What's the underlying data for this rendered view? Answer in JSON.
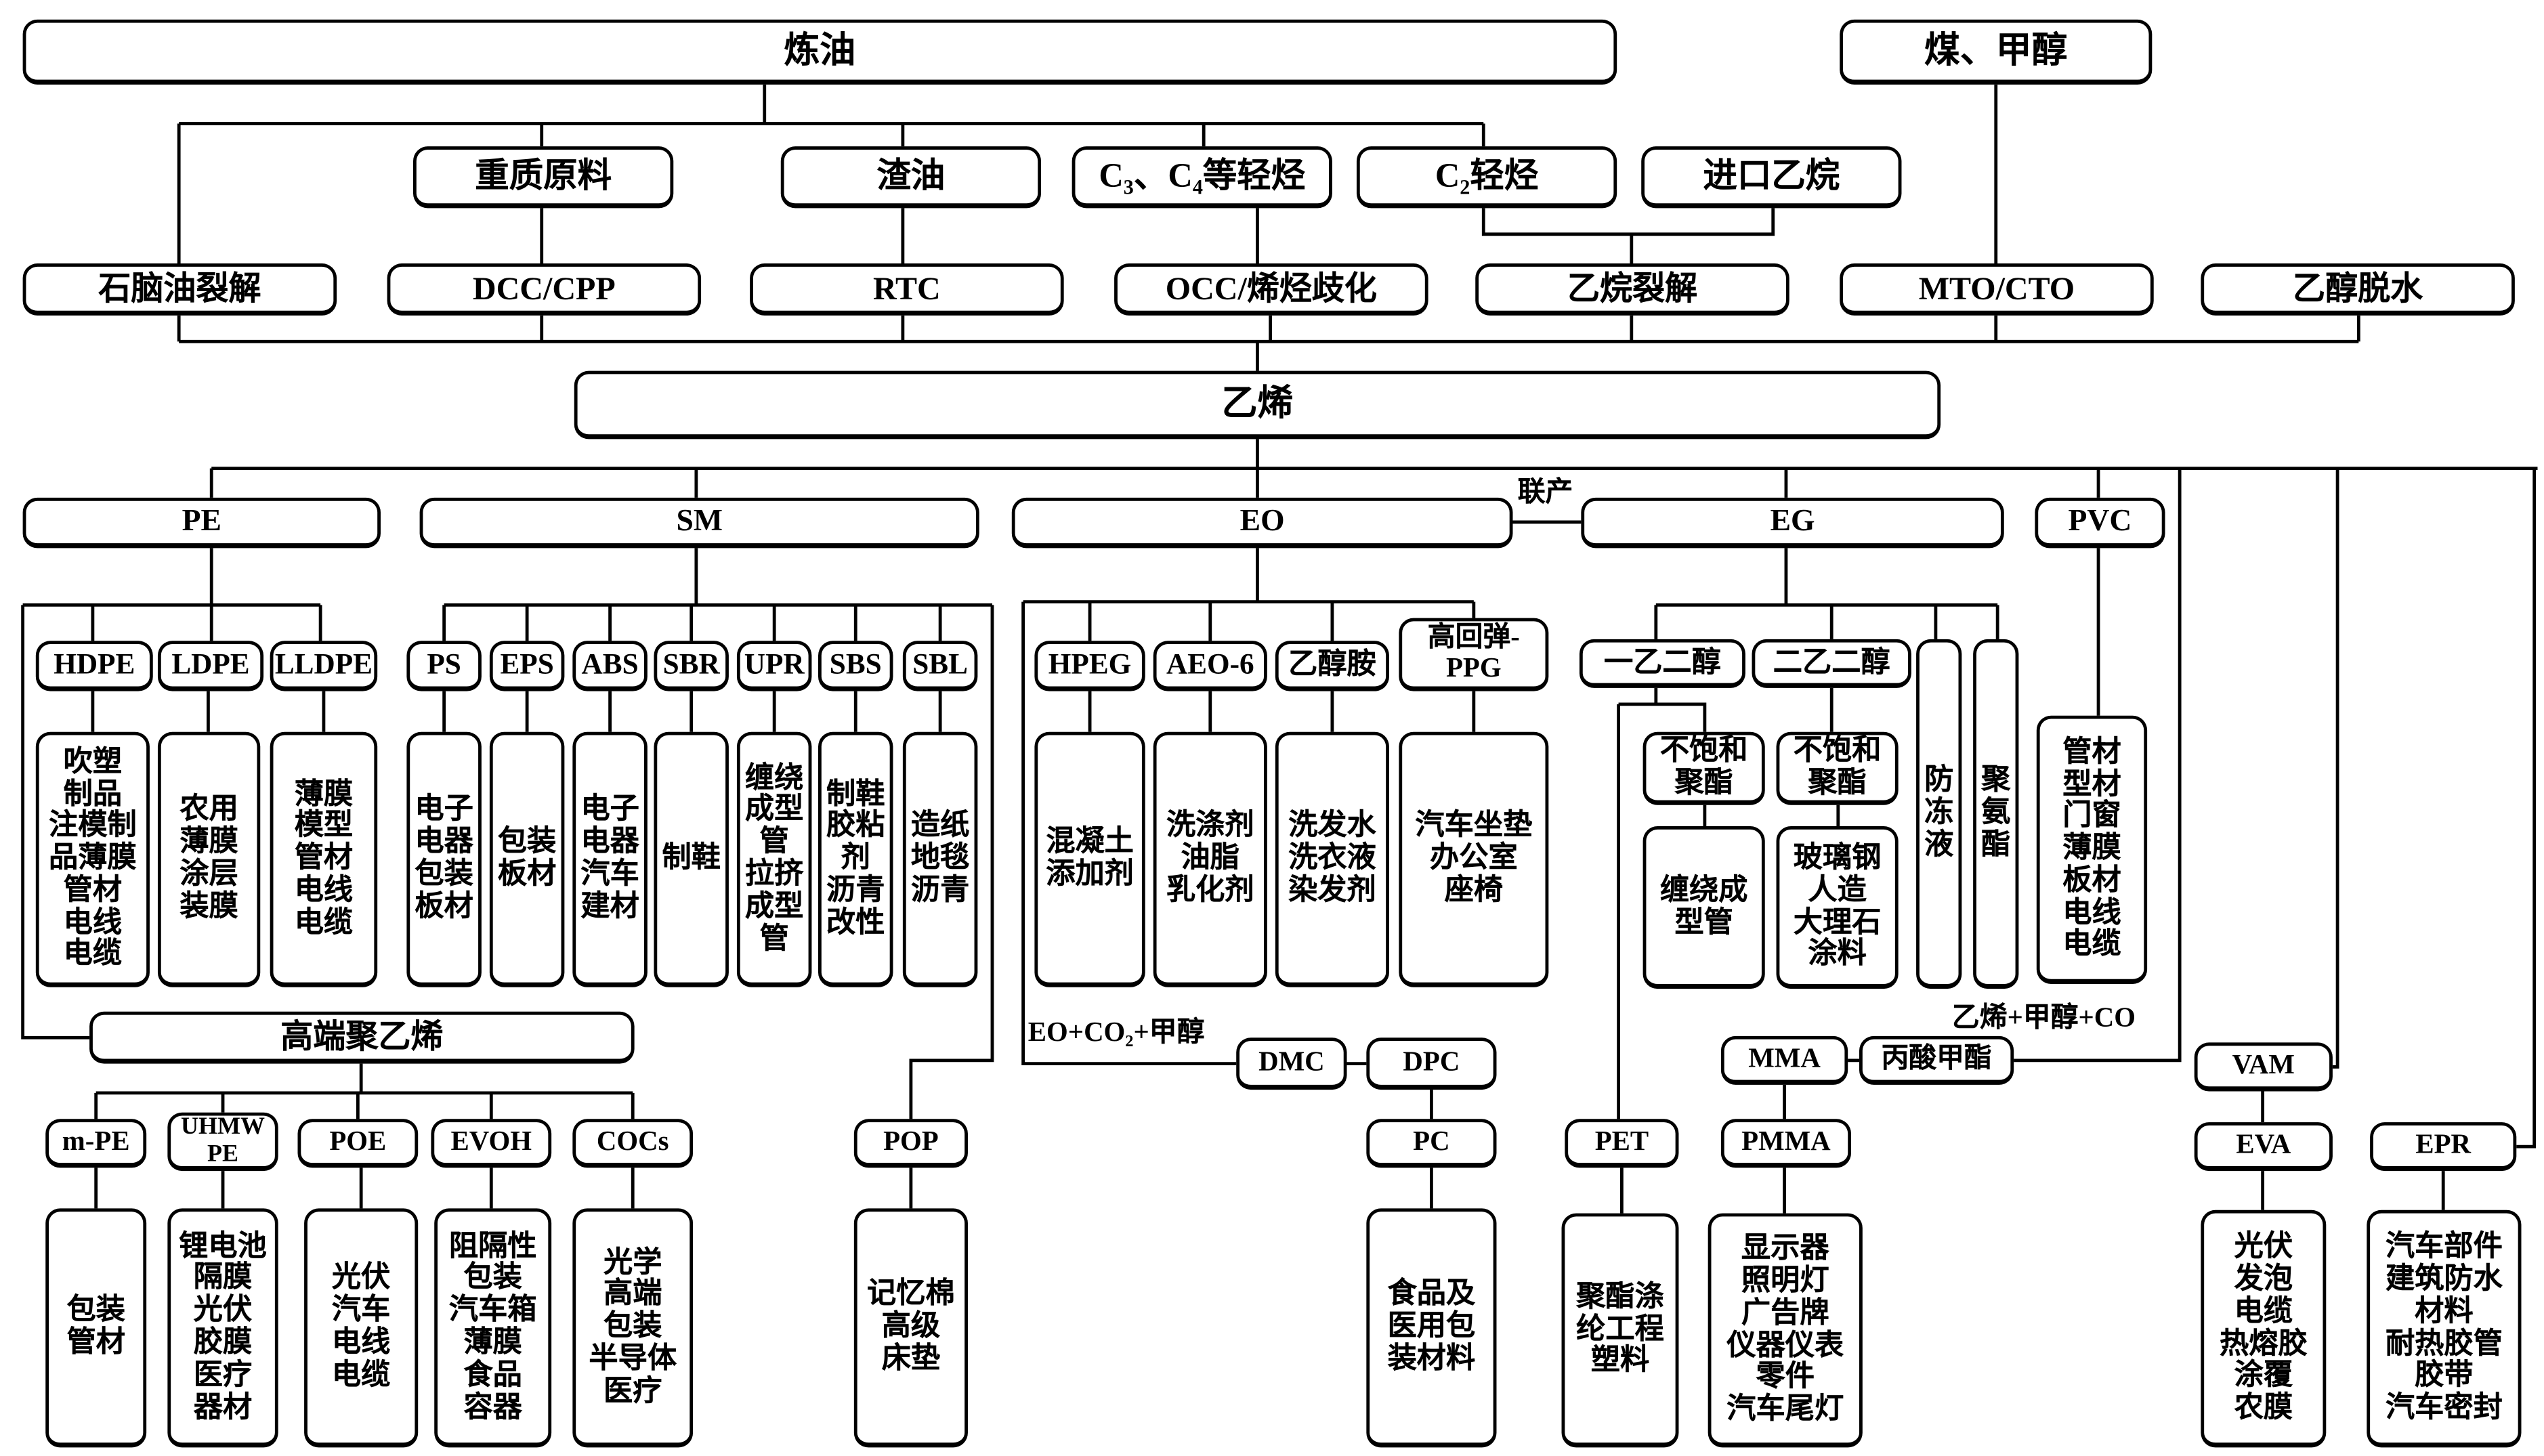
{
  "nodes": {
    "refining": "炼油",
    "coal_methanol": "煤、甲醇",
    "heavy_feed": "重质原料",
    "residue": "渣油",
    "c3c4": "C₃、C₄等轻烃",
    "c2": "C₂轻烃",
    "import_ethane": "进口乙烷",
    "naphtha_cracking": "石脑油裂解",
    "dcc_cpp": "DCC/CPP",
    "rtc": "RTC",
    "occ": "OCC/烯烃歧化",
    "ethane_cracking": "乙烷裂解",
    "mto_cto": "MTO/CTO",
    "ethanol_dehydration": "乙醇脱水",
    "ethylene": "乙烯",
    "pe": "PE",
    "sm": "SM",
    "eo": "EO",
    "eg": "EG",
    "pvc": "PVC",
    "hdpe": "HDPE",
    "ldpe": "LDPE",
    "lldpe": "LLDPE",
    "ps": "PS",
    "eps": "EPS",
    "abs": "ABS",
    "sbr": "SBR",
    "upr": "UPR",
    "sbs": "SBS",
    "sbl": "SBL",
    "hpeg": "HPEG",
    "aeo6": "AEO-6",
    "ethanolamine": "乙醇胺",
    "ppg": "高回弹-\nPPG",
    "meg": "一乙二醇",
    "deg": "二乙二醇",
    "antifreeze": "防\n冻\n液",
    "polyurethane": "聚\n氨\n酯",
    "hdpe_app": "吹塑\n制品\n注模制\n品薄膜\n管材\n电线\n电缆",
    "ldpe_app": "农用\n薄膜\n涂层\n装膜",
    "lldpe_app": "薄膜\n模型\n管材\n电线\n电缆",
    "ps_app": "电子\n电器\n包装\n板材",
    "eps_app": "包装\n板材",
    "abs_app": "电子\n电器\n汽车\n建材",
    "sbr_app": "制鞋",
    "upr_app": "缠绕\n成型\n管\n拉挤\n成型\n管",
    "sbs_app": "制鞋\n胶粘\n剂\n沥青\n改性",
    "sbl_app": "造纸\n地毯\n沥青",
    "hpeg_app": "混凝土\n添加剂",
    "aeo6_app": "洗涤剂\n油脂\n乳化剂",
    "ethanolamine_app": "洗发水\n洗衣液\n染发剂",
    "ppg_app": "汽车坐垫\n办公室\n座椅",
    "upe1": "不饱和\n聚酯",
    "upe2": "不饱和\n聚酯",
    "upe1_app": "缠绕成\n型管",
    "upe2_app": "玻璃钢\n人造\n大理石\n涂料",
    "pvc_app": "管材\n型材\n门窗\n薄膜\n板材\n电线\n电缆",
    "high_end_pe": "高端聚乙烯",
    "mpe": "m-PE",
    "uhmwpe": "UHMW\nPE",
    "poe": "POE",
    "evoh": "EVOH",
    "cocs": "COCs",
    "pop": "POP",
    "mpe_app": "包装\n管材",
    "uhmwpe_app": "锂电池\n隔膜\n光伏\n胶膜\n医疗\n器材",
    "poe_app": "光伏\n汽车\n电线\n电缆",
    "evoh_app": "阻隔性\n包装\n汽车箱\n薄膜\n食品\n容器",
    "cocs_app": "光学\n高端\n包装\n半导体\n医疗",
    "pop_app": "记忆棉\n高级\n床垫",
    "dmc": "DMC",
    "dpc": "DPC",
    "pc": "PC",
    "pc_app": "食品及\n医用包\n装材料",
    "mma": "MMA",
    "methyl_propionate": "丙酸甲酯",
    "pet": "PET",
    "pmma": "PMMA",
    "pet_app": "聚酯涤\n纶工程\n塑料",
    "pmma_app": "显示器\n照明灯\n广告牌\n仪器仪表\n零件\n汽车尾灯",
    "vam": "VAM",
    "eva": "EVA",
    "epr": "EPR",
    "eva_app": "光伏\n发泡\n电缆\n热熔胶\n涂覆\n农膜",
    "epr_app": "汽车部件\n建筑防水\n材料\n耐热胶管\n胶带\n汽车密封"
  },
  "labels": {
    "coproduction": "联产",
    "eo_co2_methanol": "EO+CO₂+甲醇",
    "ethylene_methanol_co": "乙烯+甲醇+CO"
  }
}
